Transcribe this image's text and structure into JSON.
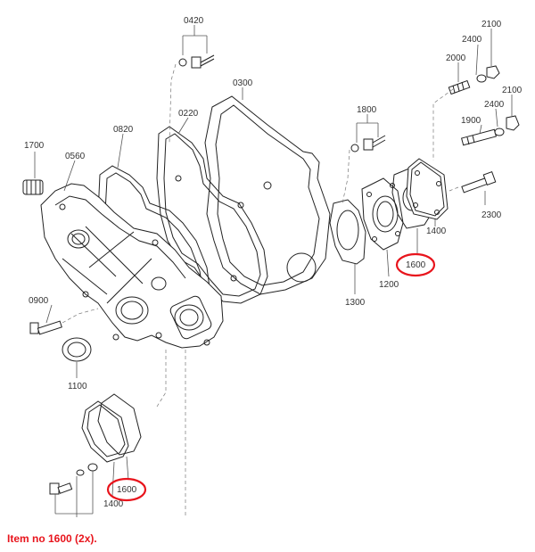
{
  "parts": [
    {
      "id": "p0420",
      "label": "0420"
    },
    {
      "id": "p0300",
      "label": "0300"
    },
    {
      "id": "p0220",
      "label": "0220"
    },
    {
      "id": "p0820",
      "label": "0820"
    },
    {
      "id": "p1700",
      "label": "1700"
    },
    {
      "id": "p0560",
      "label": "0560"
    },
    {
      "id": "p1800",
      "label": "1800"
    },
    {
      "id": "p2100a",
      "label": "2100"
    },
    {
      "id": "p2400a",
      "label": "2400"
    },
    {
      "id": "p2000",
      "label": "2000"
    },
    {
      "id": "p2100b",
      "label": "2100"
    },
    {
      "id": "p2400b",
      "label": "2400"
    },
    {
      "id": "p1900",
      "label": "1900"
    },
    {
      "id": "p2300",
      "label": "2300"
    },
    {
      "id": "p1400a",
      "label": "1400"
    },
    {
      "id": "p1600a",
      "label": "1600"
    },
    {
      "id": "p1200",
      "label": "1200"
    },
    {
      "id": "p1300",
      "label": "1300"
    },
    {
      "id": "p0900",
      "label": "0900"
    },
    {
      "id": "p1100",
      "label": "1100"
    },
    {
      "id": "p1600b",
      "label": "1600"
    },
    {
      "id": "p1400b",
      "label": "1400"
    }
  ],
  "caption": {
    "text": "Item no 1600 (2x).",
    "color": "#e8141c"
  },
  "highlight_color": "#e8141c"
}
